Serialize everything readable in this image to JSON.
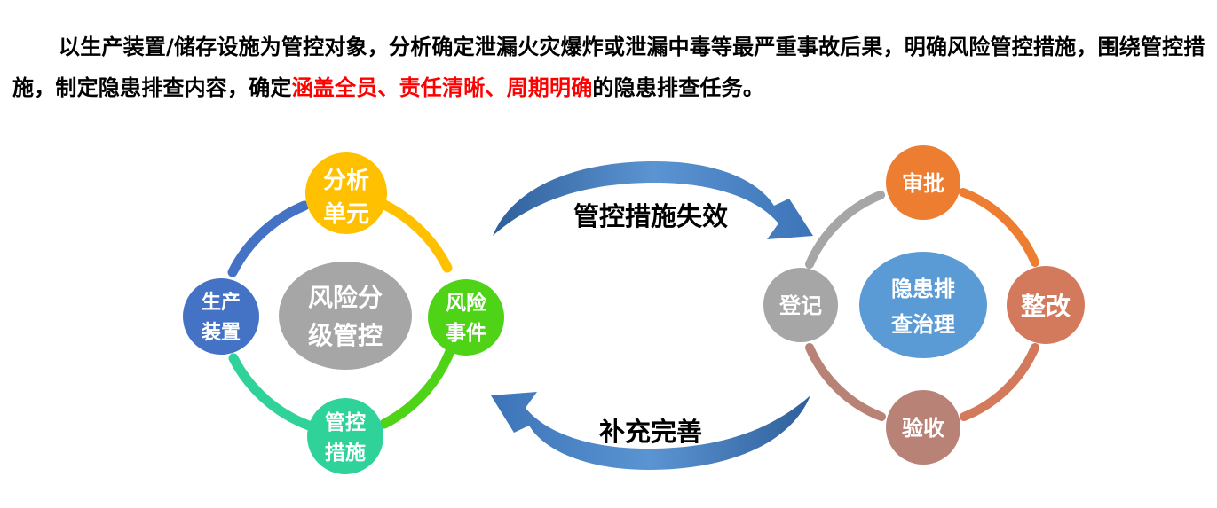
{
  "intro": {
    "part1": "以生产装置/储存设施为管控对象，分析确定泄漏火灾爆炸或泄漏中毒等最严重事故后果，明确风险管控措施，围绕管控措施，制定隐患排查内容，确定",
    "highlight": "涵盖全员、责任清晰、周期明确",
    "part2": "的隐患排查任务。",
    "highlight_color": "#ff0000"
  },
  "left_cycle": {
    "center": {
      "line1": "风险分",
      "line2": "级管控",
      "color": "#a6a6a6"
    },
    "nodes": [
      {
        "line1": "分析",
        "line2": "单元",
        "color": "#ffc000"
      },
      {
        "line1": "风险",
        "line2": "事件",
        "color": "#4ed317"
      },
      {
        "line1": "管控",
        "line2": "措施",
        "color": "#2fd39a"
      },
      {
        "line1": "生产",
        "line2": "装置",
        "color": "#4472c4"
      }
    ]
  },
  "right_cycle": {
    "center": {
      "line1": "隐患排",
      "line2": "查治理",
      "color": "#5b9bd5"
    },
    "nodes": [
      {
        "label": "审批",
        "color": "#ed7d31"
      },
      {
        "label": "整改",
        "color": "#d47a5c"
      },
      {
        "label": "验收",
        "color": "#b98277"
      },
      {
        "label": "登记",
        "color": "#a6a6a6"
      }
    ]
  },
  "arrows": {
    "top_label": "管控措施失效",
    "bottom_label": "补充完善",
    "color": "#4a7fbd"
  }
}
